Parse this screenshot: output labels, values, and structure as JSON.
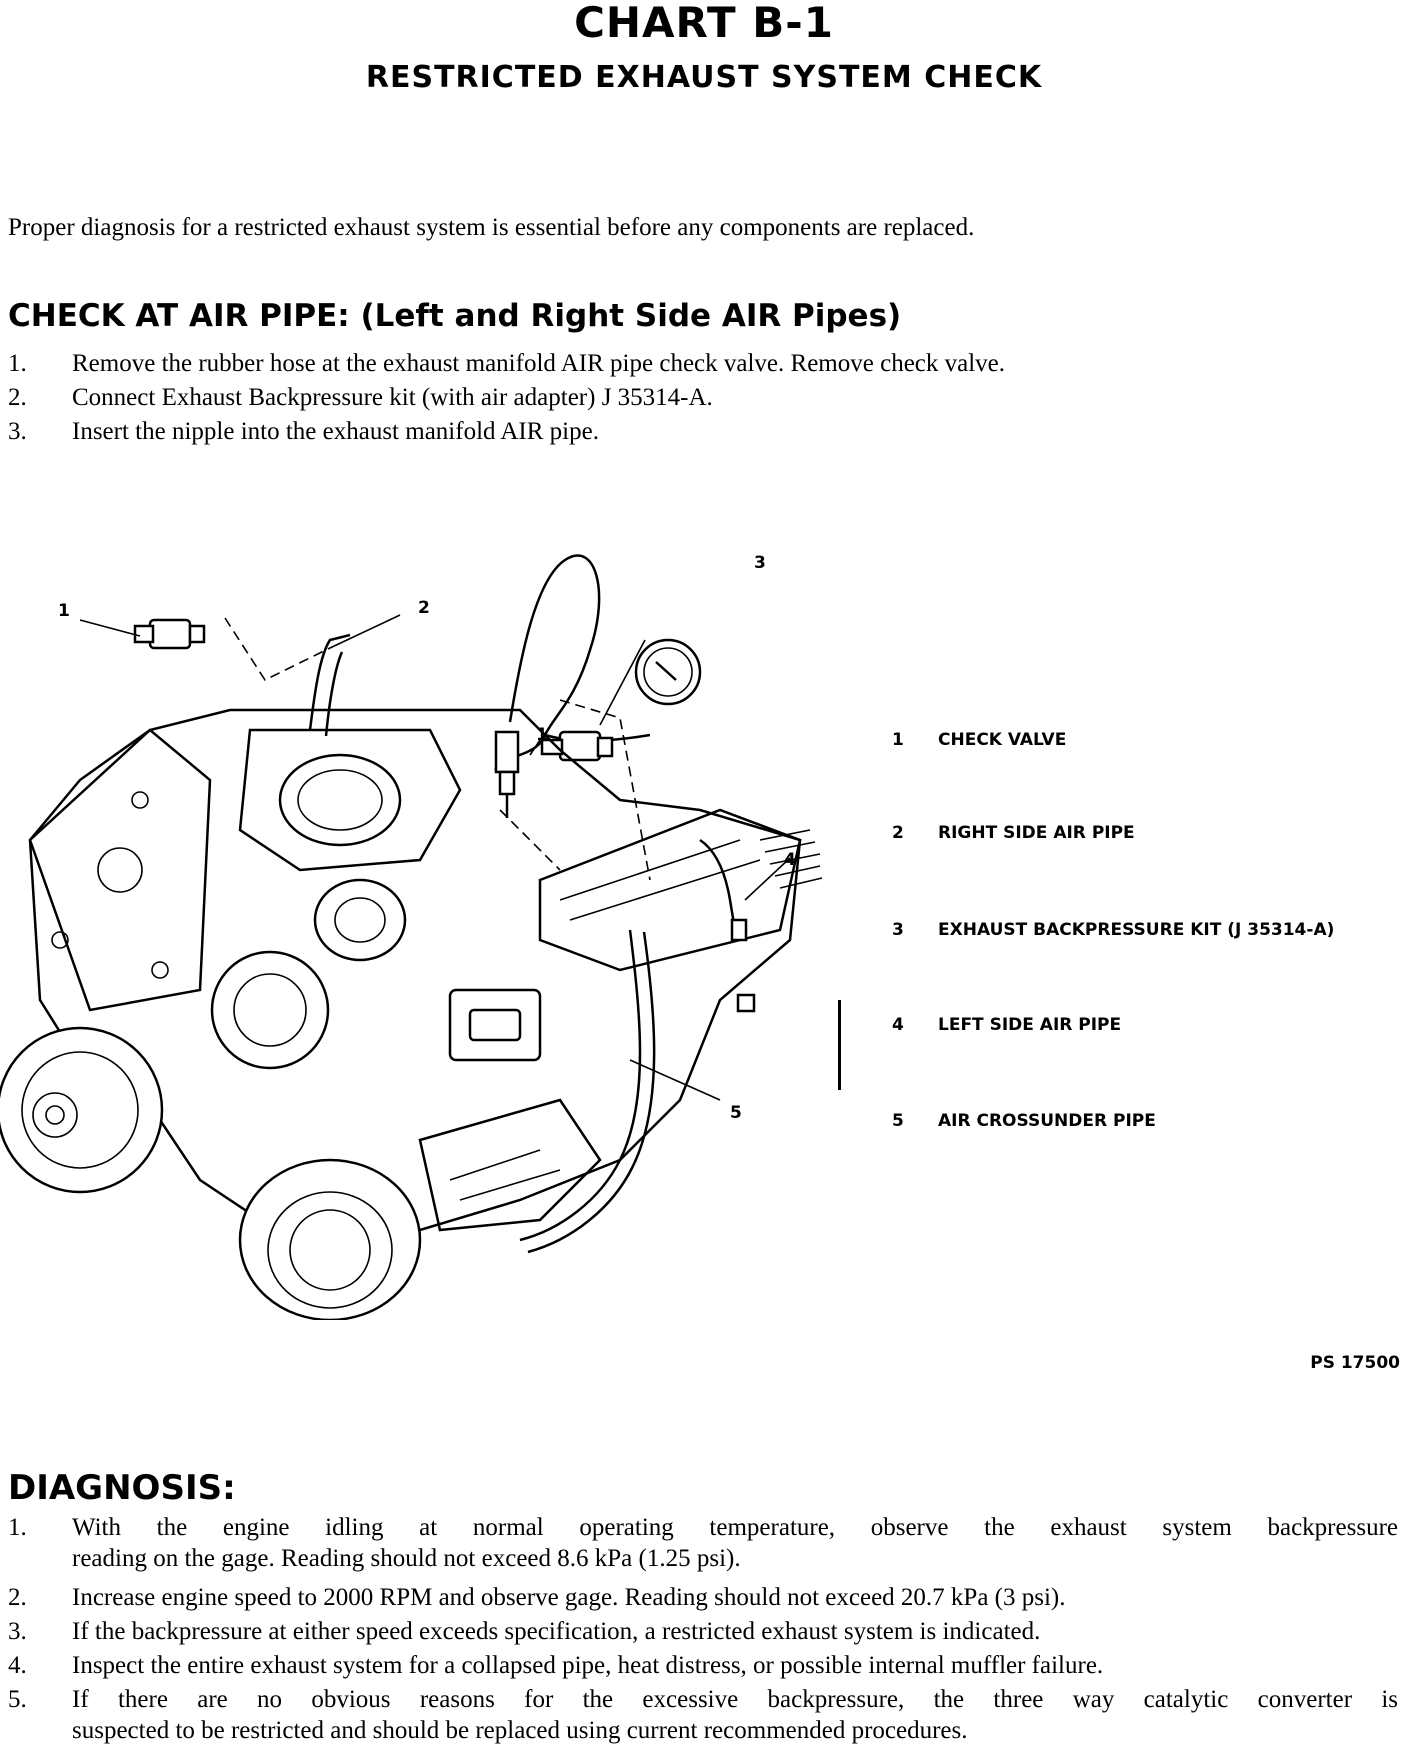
{
  "title": "CHART B-1",
  "subtitle": "RESTRICTED EXHAUST SYSTEM CHECK",
  "intro": "Proper diagnosis for a restricted exhaust system is essential before any components are replaced.",
  "check_section": {
    "heading": "CHECK AT AIR PIPE:  (Left and Right Side AIR Pipes)",
    "steps": [
      {
        "num": "1.",
        "text": "Remove the rubber hose at the exhaust manifold AIR pipe check valve.  Remove check valve."
      },
      {
        "num": "2.",
        "text": "Connect Exhaust Backpressure kit (with air adapter) J 35314-A."
      },
      {
        "num": "3.",
        "text": "Insert the nipple into the exhaust manifold AIR pipe."
      }
    ]
  },
  "figure": {
    "callouts": [
      "1",
      "2",
      "3",
      "1",
      "4",
      "5"
    ],
    "legend": [
      {
        "num": "1",
        "label": "CHECK VALVE"
      },
      {
        "num": "2",
        "label": "RIGHT SIDE AIR PIPE"
      },
      {
        "num": "3",
        "label": "EXHAUST BACKPRESSURE KIT (J 35314-A)"
      },
      {
        "num": "4",
        "label": "LEFT SIDE AIR PIPE"
      },
      {
        "num": "5",
        "label": "AIR CROSSUNDER PIPE"
      }
    ],
    "code": "PS 17500"
  },
  "diagnosis": {
    "heading": "DIAGNOSIS:",
    "steps": [
      {
        "num": "1.",
        "line1": "With the engine idling at normal operating temperature, observe the exhaust system backpressure",
        "line2": "reading on the gage.  Reading should not exceed 8.6 kPa  (1.25 psi)."
      },
      {
        "num": "2.",
        "line1": "Increase engine speed to 2000 RPM and observe gage.  Reading should not exceed 20.7 kPa (3 psi)."
      },
      {
        "num": "3.",
        "line1": "If the backpressure at either speed exceeds specification, a restricted exhaust system is indicated."
      },
      {
        "num": "4.",
        "line1": "Inspect the entire exhaust system for a collapsed pipe, heat distress, or possible internal muffler failure."
      },
      {
        "num": "5.",
        "line1": "If there are no obvious reasons for the excessive backpressure, the three way catalytic converter is",
        "line2": "suspected to be restricted and should be replaced using current recommended procedures."
      }
    ]
  }
}
